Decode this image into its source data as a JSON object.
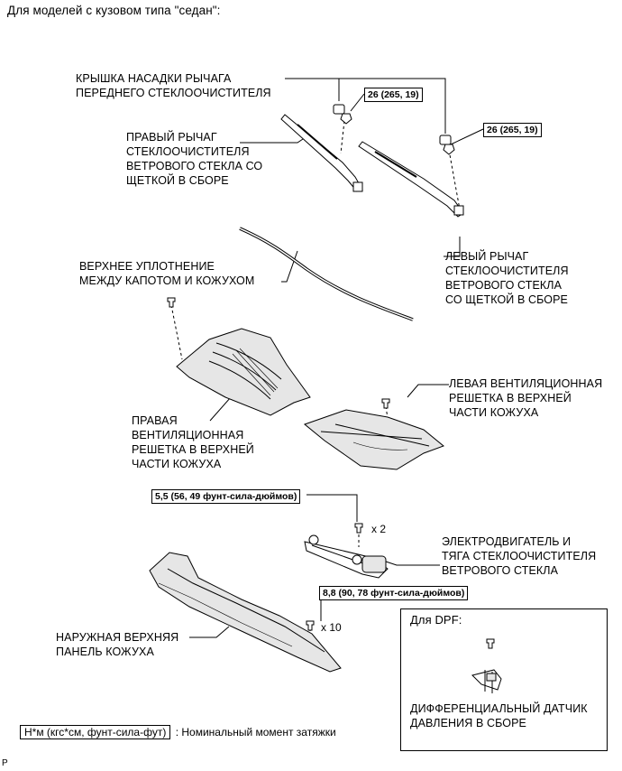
{
  "header": {
    "title": "Для моделей с кузовом типа \"седан\":"
  },
  "labels": {
    "cap": "КРЫШКА НАСАДКИ РЫЧАГА\nПЕРЕДНЕГО СТЕКЛООЧИСТИТЕЛЯ",
    "right_arm": "ПРАВЫЙ РЫЧАГ\nСТЕКЛООЧИСТИТЕЛЯ\nВЕТРОВОГО СТЕКЛА СО\nЩЕТКОЙ В СБОРЕ",
    "left_arm": "ЛЕВЫЙ РЫЧАГ\nСТЕКЛООЧИСТИТЕЛЯ\nВЕТРОВОГО СТЕКЛА\nСО ЩЕТКОЙ В СБОРЕ",
    "seal": "ВЕРХНЕЕ УПЛОТНЕНИЕ\nМЕЖДУ КАПОТОМ И КОЖУХОМ",
    "left_louver": "ЛЕВАЯ ВЕНТИЛЯЦИОННАЯ\nРЕШЕТКА В ВЕРХНЕЙ\nЧАСТИ КОЖУХА",
    "right_louver": "ПРАВАЯ\nВЕНТИЛЯЦИОННАЯ\nРЕШЕТКА В ВЕРХНЕЙ\nЧАСТИ КОЖУХА",
    "motor": "ЭЛЕКТРОДВИГАТЕЛЬ И\nТЯГА СТЕКЛООЧИСТИТЕЛЯ\nВЕТРОВОГО СТЕКЛА",
    "outer_panel": "НАРУЖНАЯ ВЕРХНЯЯ\nПАНЕЛЬ КОЖУХА",
    "dpf_title": "Для DPF:",
    "dpf_sensor": "ДИФФЕРЕНЦИАЛЬНЫЙ ДАТЧИК\nДАВЛЕНИЯ В СБОРЕ"
  },
  "torques": {
    "arm_right": "26 (265, 19)",
    "arm_left": "26 (265, 19)",
    "motor": "5,5 (56, 49 фунт-сила-дюймов)",
    "panel": "8,8 (90, 78 фунт-сила-дюймов)"
  },
  "quantities": {
    "motor_bolts": "x 2",
    "panel_bolts": "x 10"
  },
  "legend": {
    "units": "Н*м (кгс*см, фунт-сила-фут)",
    "description": ": Номинальный момент затяжки"
  },
  "footer": {
    "code": "P"
  }
}
